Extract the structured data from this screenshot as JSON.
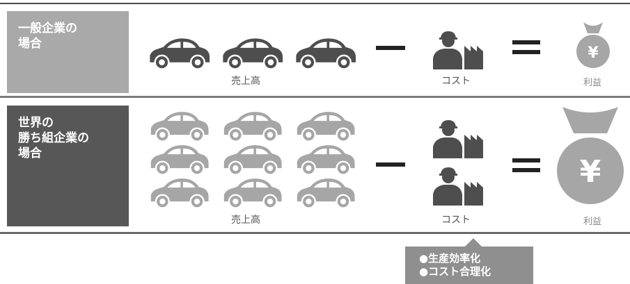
{
  "rows": [
    {
      "label_lines": [
        "一般企業の",
        "場合"
      ],
      "revenue_label": "売上高",
      "cost_label": "コスト",
      "profit_label": "利益",
      "profit_symbol": "¥"
    },
    {
      "label_lines": [
        "世界の",
        "勝ち組企業の",
        "場合"
      ],
      "revenue_label": "売上高",
      "cost_label": "コスト",
      "profit_label": "利益",
      "profit_symbol": "¥"
    }
  ],
  "callout": {
    "lines": [
      "●生産効率化",
      "●コスト合理化"
    ]
  },
  "colors": {
    "row1_label_bg": "#a9a9a9",
    "row2_label_bg": "#575757",
    "icon_dark": "#4e4e4e",
    "icon_light": "#a6a6a6",
    "callout_bg": "#8f8f8f"
  },
  "icons": {
    "car": "car-icon",
    "worker_factory": "factory-worker-icon",
    "money_bag": "money-bag-icon"
  }
}
